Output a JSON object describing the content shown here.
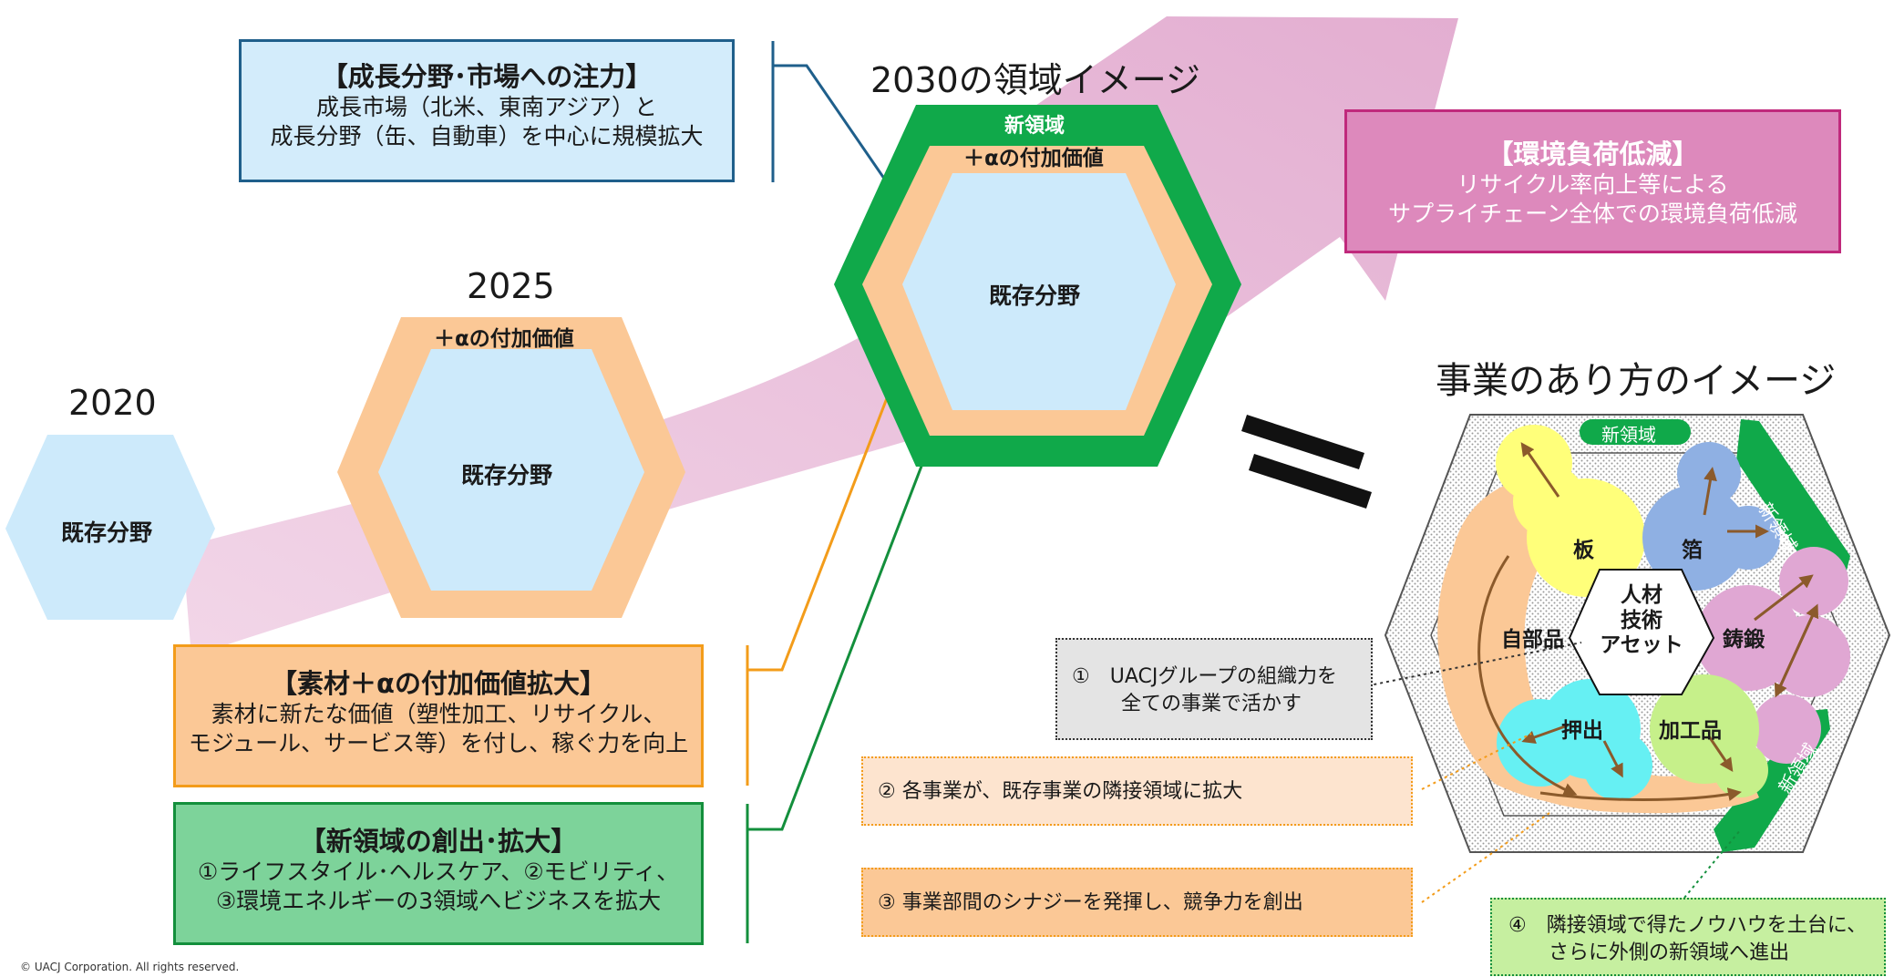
{
  "years": {
    "y2020": "2020",
    "y2025": "2025",
    "y2030": "2030の領域イメージ"
  },
  "hex": {
    "existing": "既存分野",
    "value_added": "＋αの付加価値",
    "new_domain": "新領域"
  },
  "boxes": {
    "growth": {
      "title": "【成長分野･市場への注力】",
      "line1": "成長市場（北米、東南アジア）と",
      "line2": "成長分野（缶、自動車）を中心に規模拡大"
    },
    "environment": {
      "title": "【環境負荷低減】",
      "line1": "リサイクル率向上等による",
      "line2": "サプライチェーン全体での環境負荷低減"
    },
    "material": {
      "title": "【素材＋αの付加価値拡大】",
      "line1": "素材に新たな価値（塑性加工、リサイクル、",
      "line2": "モジュール、サービス等）を付し、稼ぐ力を向上"
    },
    "new_domain": {
      "title": "【新領域の創出･拡大】",
      "line1": "①ライフスタイル･ヘルスケア、②モビリティ、",
      "line2": "③環境エネルギーの3領域へビジネスを拡大"
    }
  },
  "business": {
    "title": "事業のあり方のイメージ",
    "center": [
      "人材",
      "技術",
      "アセット"
    ],
    "segments": {
      "plate": "板",
      "foil": "箔",
      "forging": "鋳鍛",
      "processed": "加工品",
      "extrusion": "押出",
      "parts": "自部品"
    },
    "new_domain_top": "新領域",
    "new_domain_right": "新領域",
    "new_domain_bottom": "新領域"
  },
  "notes": {
    "n1": {
      "line1": "①　UACJグループの組織力を",
      "line2": "全ての事業で活かす"
    },
    "n2": "② 各事業が、既存事業の隣接領域に拡大",
    "n3": "③ 事業部間のシナジーを発揮し、競争力を創出",
    "n4": {
      "line1": "④　隣接領域で得たノウハウを土台に、",
      "line2": "さらに外側の新領域へ進出"
    }
  },
  "copyright": "© UACJ Corporation. All rights reserved.",
  "colors": {
    "arrow": "#e8bdd8",
    "light_blue": "#cdeafb",
    "peach": "#fbc896",
    "green": "#10a94a",
    "green_box": "#7dd39a",
    "pink_box": "#dd89bc",
    "blue_border": "#1f5f8b",
    "orange_border": "#f39c1a",
    "plate": "#ffff7a",
    "foil": "#8fb0e3",
    "forging": "#e0a7d3",
    "processed": "#c6f08a",
    "extrusion": "#66f0f3",
    "brown": "#8b5a2b"
  }
}
